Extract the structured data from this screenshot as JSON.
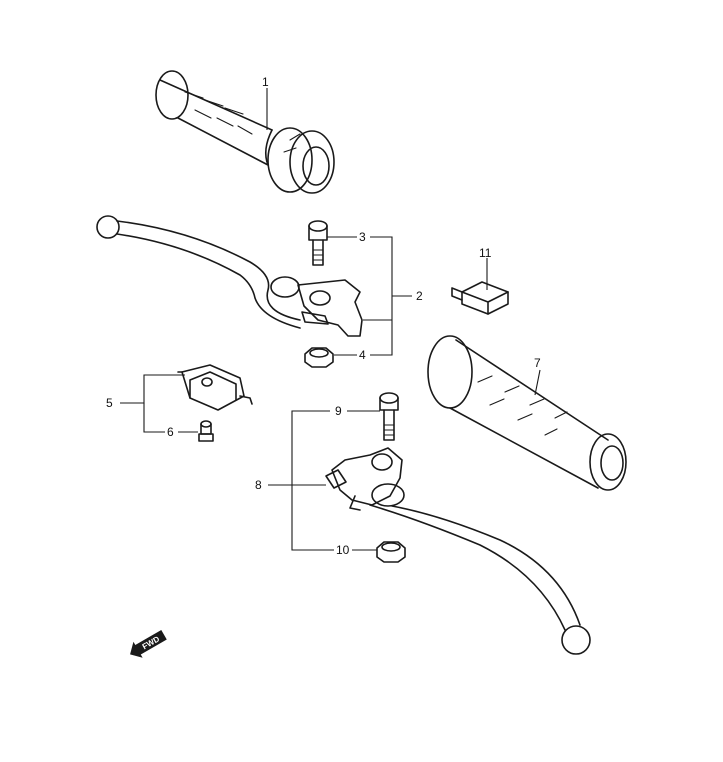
{
  "callouts": [
    {
      "id": "1",
      "text": "1"
    },
    {
      "id": "2",
      "text": "2"
    },
    {
      "id": "3",
      "text": "3"
    },
    {
      "id": "4",
      "text": "4"
    },
    {
      "id": "5",
      "text": "5"
    },
    {
      "id": "6",
      "text": "6"
    },
    {
      "id": "7",
      "text": "7"
    },
    {
      "id": "8",
      "text": "8"
    },
    {
      "id": "9",
      "text": "9"
    },
    {
      "id": "10",
      "text": "10"
    },
    {
      "id": "11",
      "text": "11"
    }
  ],
  "direction_marker": {
    "text": "FWD",
    "icon": "arrow-icon"
  },
  "colors": {
    "line": "#1a1a1a",
    "background": "#ffffff"
  }
}
